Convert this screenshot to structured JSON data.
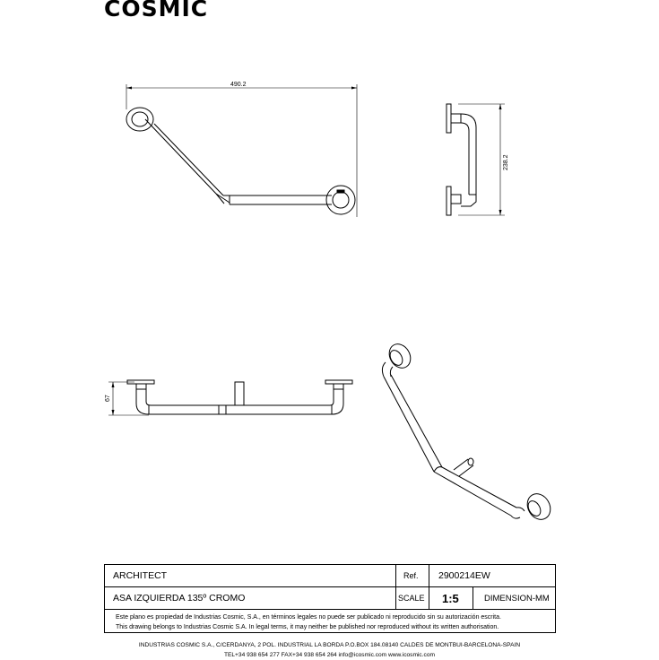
{
  "brand": {
    "logo_text": "COSMIC"
  },
  "dimensions": {
    "top_width": "490.2",
    "side_height": "238.2",
    "front_depth": "67"
  },
  "title_block": {
    "architect_label": "ARCHITECT",
    "ref_label": "Ref.",
    "ref_value": "2900214EW",
    "product_name": "ASA IZQUIERDA 135º CROMO",
    "scale_label": "SCALE",
    "scale_value": "1:5",
    "units": "DIMENSION-MM",
    "disclaimer_es": "Este plano es propiedad de Industrias Cosmic, S.A., en términos legales no puede ser publicado ni reproducido sin su autorización escrita.",
    "disclaimer_en": "This drawing belongs to Industrias Cosmic S.A. In legal terms, it may neither be published nor reproduced without its written authorisation."
  },
  "footer": {
    "line1": "INDUSTRIAS COSMIC S.A., C/CERDANYA, 2 POL. INDUSTRIAL LA BORDA P.O.BOX 184.08140 CALDES DE MONTBUI-BARCELONA-SPAIN",
    "line2": "TEL+34 938 654 277  FAX+34 938 654 264 info@icosmic.com  www.icosmic.com"
  }
}
